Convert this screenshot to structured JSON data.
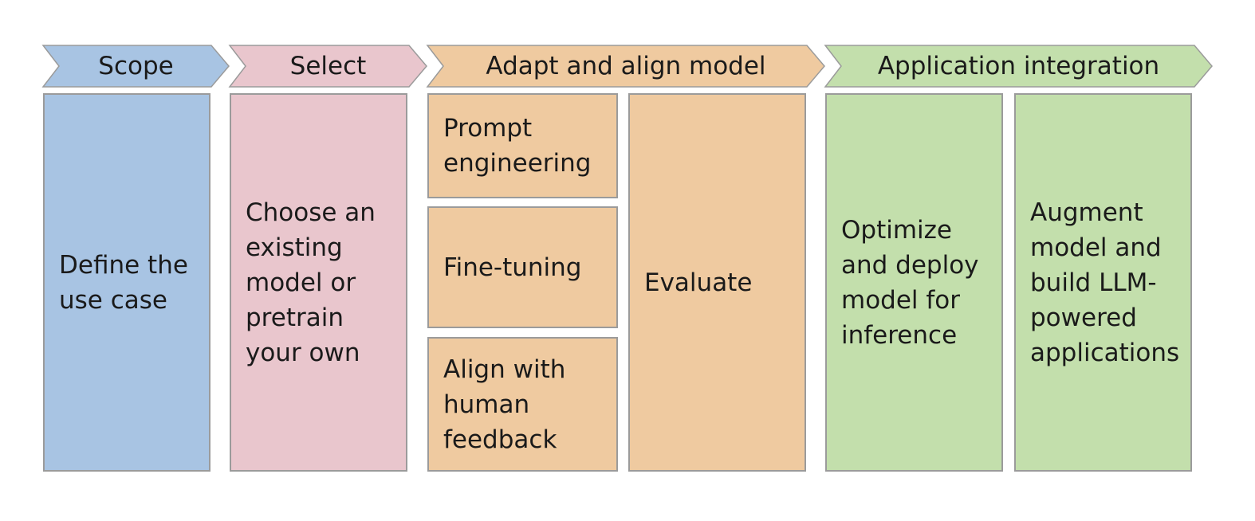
{
  "stages": [
    {
      "id": "scope",
      "title": "Scope",
      "color": "#a8c4e3",
      "steps": [
        "Define the\nuse case"
      ]
    },
    {
      "id": "select",
      "title": "Select",
      "color": "#e9c6cd",
      "steps": [
        "Choose an\nexisting\nmodel or\npretrain\nyour own"
      ]
    },
    {
      "id": "adapt",
      "title": "Adapt and align model",
      "color": "#efcaa0",
      "steps": [
        "Prompt\nengineering",
        "Fine-tuning",
        "Align with\nhuman\nfeedback",
        "Evaluate"
      ]
    },
    {
      "id": "integration",
      "title": "Application integration",
      "color": "#c3dfac",
      "steps": [
        "Optimize\nand deploy\nmodel for\ninference",
        "Augment\nmodel and\nbuild LLM-\npowered\napplications"
      ]
    }
  ]
}
